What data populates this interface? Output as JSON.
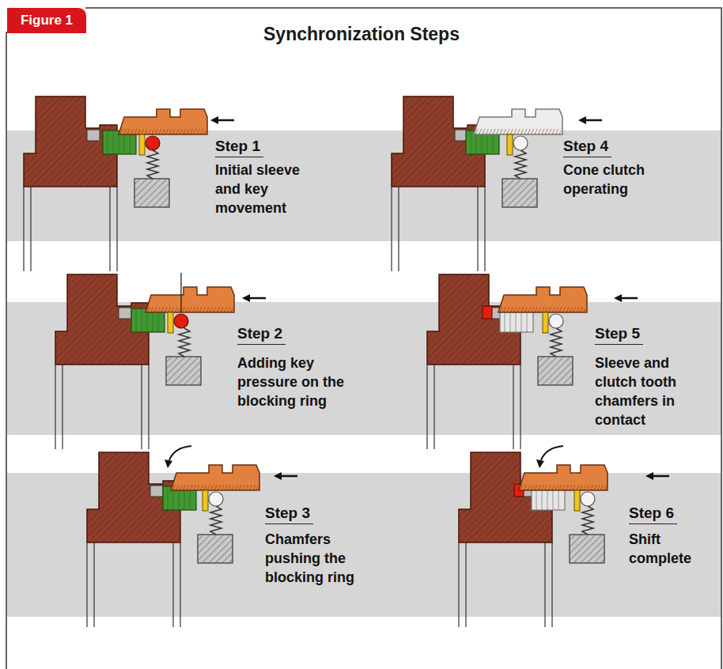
{
  "diagram": {
    "title": "Synchronization Steps",
    "nodes": [
      {
        "text": [
          "Figure 1"
        ]
      }
    ],
    "labels": [
      "Step 1",
      "Initial sleeve and key movement",
      "Step 4",
      "Cone clutch operating",
      "Step 2",
      "Adding key pressure on the blocking ring",
      "Step 5",
      "Sleeve and clutch tooth chamfers in contact",
      "Step 3",
      "Chamfers pushing the blocking ring",
      "Step 6",
      "Shift complete"
    ]
  }
}
